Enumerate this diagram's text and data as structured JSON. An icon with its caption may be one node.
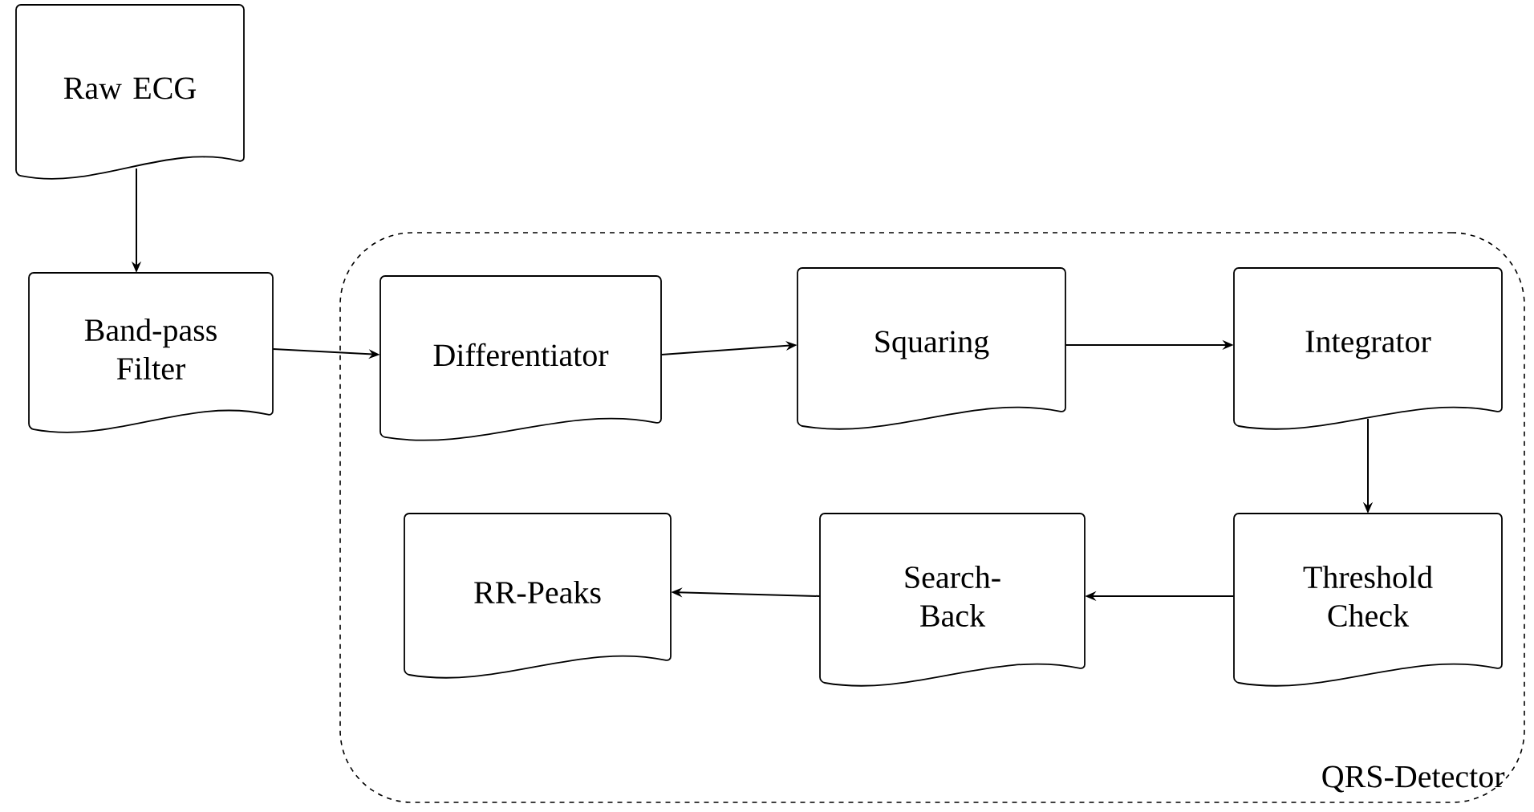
{
  "diagram": {
    "nodes": [
      {
        "text": [
          "Raw ECG"
        ]
      },
      {
        "text": [
          "Band-pass Filter"
        ]
      },
      {
        "text": [
          "QRS-Detector"
        ]
      },
      {
        "text": [
          "Differentiator"
        ],
        "in": 2
      },
      {
        "text": [
          "Squaring"
        ],
        "in": 2
      },
      {
        "text": [
          "Integrator"
        ],
        "in": 2
      },
      {
        "text": [
          "Threshold Check"
        ],
        "in": 2
      },
      {
        "text": [
          "Search-Back"
        ],
        "in": 2
      },
      {
        "text": [
          "RR-Peaks"
        ],
        "in": 2
      }
    ],
    "edges": [
      {
        "from": 0,
        "to": 1,
        "arrow": "to"
      },
      {
        "from": 1,
        "to": 3,
        "arrow": "to"
      },
      {
        "from": 3,
        "to": 4,
        "arrow": "to"
      },
      {
        "from": 4,
        "to": 5,
        "arrow": "to"
      },
      {
        "from": 5,
        "to": 6,
        "arrow": "to"
      },
      {
        "from": 6,
        "to": 7,
        "arrow": "to"
      },
      {
        "from": 7,
        "to": 8,
        "arrow": "to"
      }
    ]
  }
}
